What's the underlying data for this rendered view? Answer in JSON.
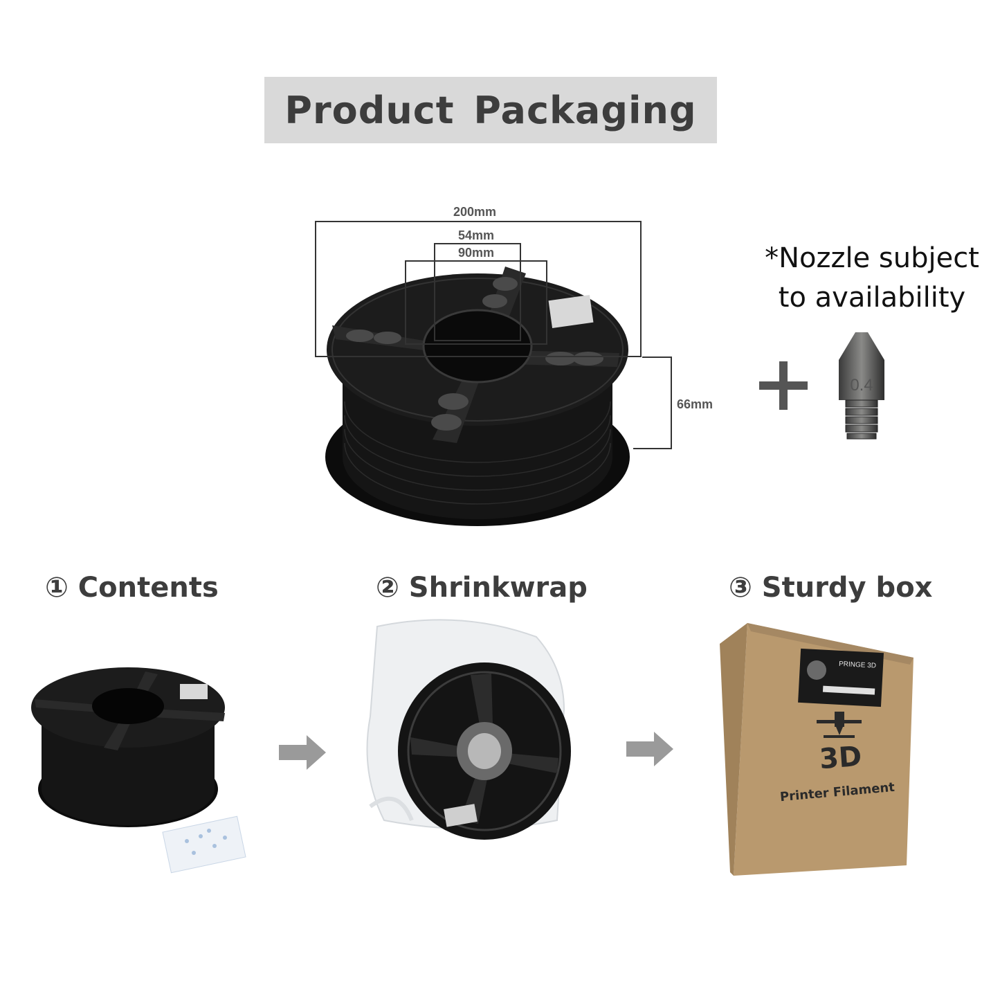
{
  "header": {
    "title": "Product Packaging"
  },
  "dimensions": {
    "outer_diameter": "200mm",
    "hub_diameter": "54mm",
    "inner_diameter": "90mm",
    "width": "66mm"
  },
  "nozzle": {
    "note_line1": "*Nozzle subject",
    "note_line2": "to availability",
    "size_label": "0.4"
  },
  "steps": [
    {
      "label": "① Contents"
    },
    {
      "label": "② Shrinkwrap"
    },
    {
      "label": "③ Sturdy box"
    }
  ],
  "box": {
    "brand_label": "PRINGE 3D",
    "big_label": "3D",
    "small_label": "Printer Filament"
  },
  "colors": {
    "banner": "#d9d9d9",
    "spool": "#121212",
    "cardboard": "#b9996e"
  }
}
